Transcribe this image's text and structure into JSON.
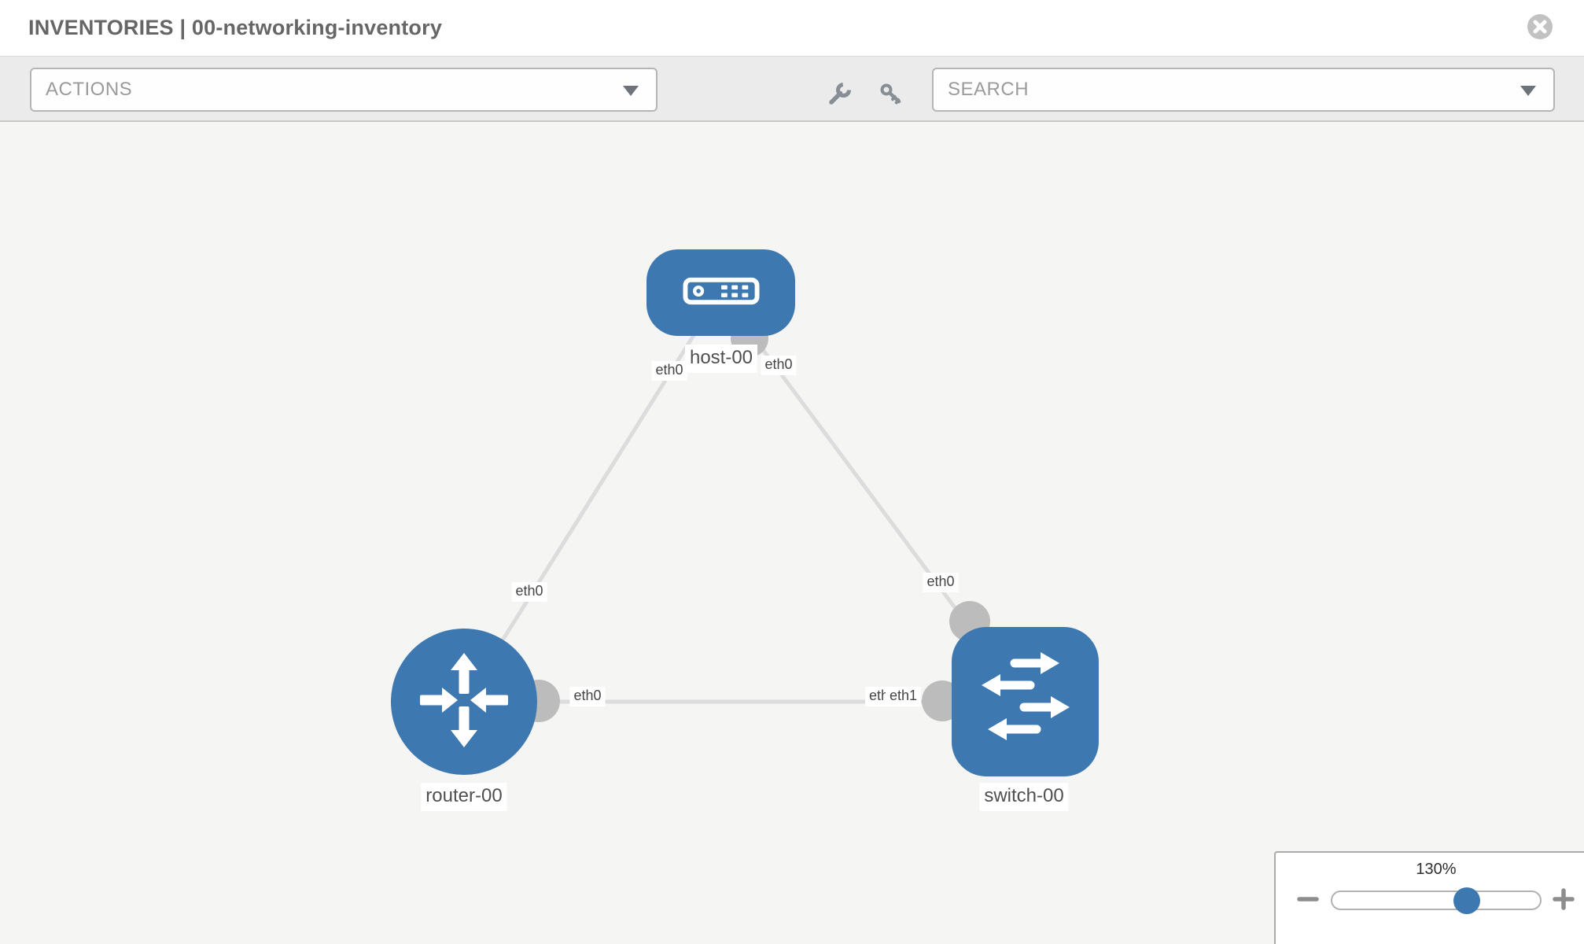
{
  "header": {
    "title": "INVENTORIES | 00-networking-inventory"
  },
  "toolbar": {
    "actions_label": "ACTIONS",
    "search_label": "SEARCH"
  },
  "topology": {
    "nodes": [
      {
        "id": "host-00",
        "type": "host",
        "label": "host-00",
        "icon": "host-icon"
      },
      {
        "id": "router-00",
        "type": "router",
        "label": "router-00",
        "icon": "router-icon"
      },
      {
        "id": "switch-00",
        "type": "switch",
        "label": "switch-00",
        "icon": "switch-icon"
      }
    ],
    "links": [
      {
        "from": "router-00",
        "to": "host-00"
      },
      {
        "from": "switch-00",
        "to": "host-00"
      },
      {
        "from": "router-00",
        "to": "switch-00"
      }
    ],
    "interface_labels": {
      "host_left": "eth0",
      "host_right": "eth0",
      "router_host_mid": "eth0",
      "switch_host_mid": "eth0",
      "router_right": "eth0",
      "switch_left_back": "eth0",
      "switch_left_front": "eth1"
    }
  },
  "zoom": {
    "level": "130%"
  },
  "colors": {
    "node_blue": "#3d78b1",
    "link_gray": "#dcdcdc",
    "connector_gray": "#bcbcbc",
    "canvas_bg": "#f5f5f4",
    "toolbar_bg": "#ebebeb"
  }
}
